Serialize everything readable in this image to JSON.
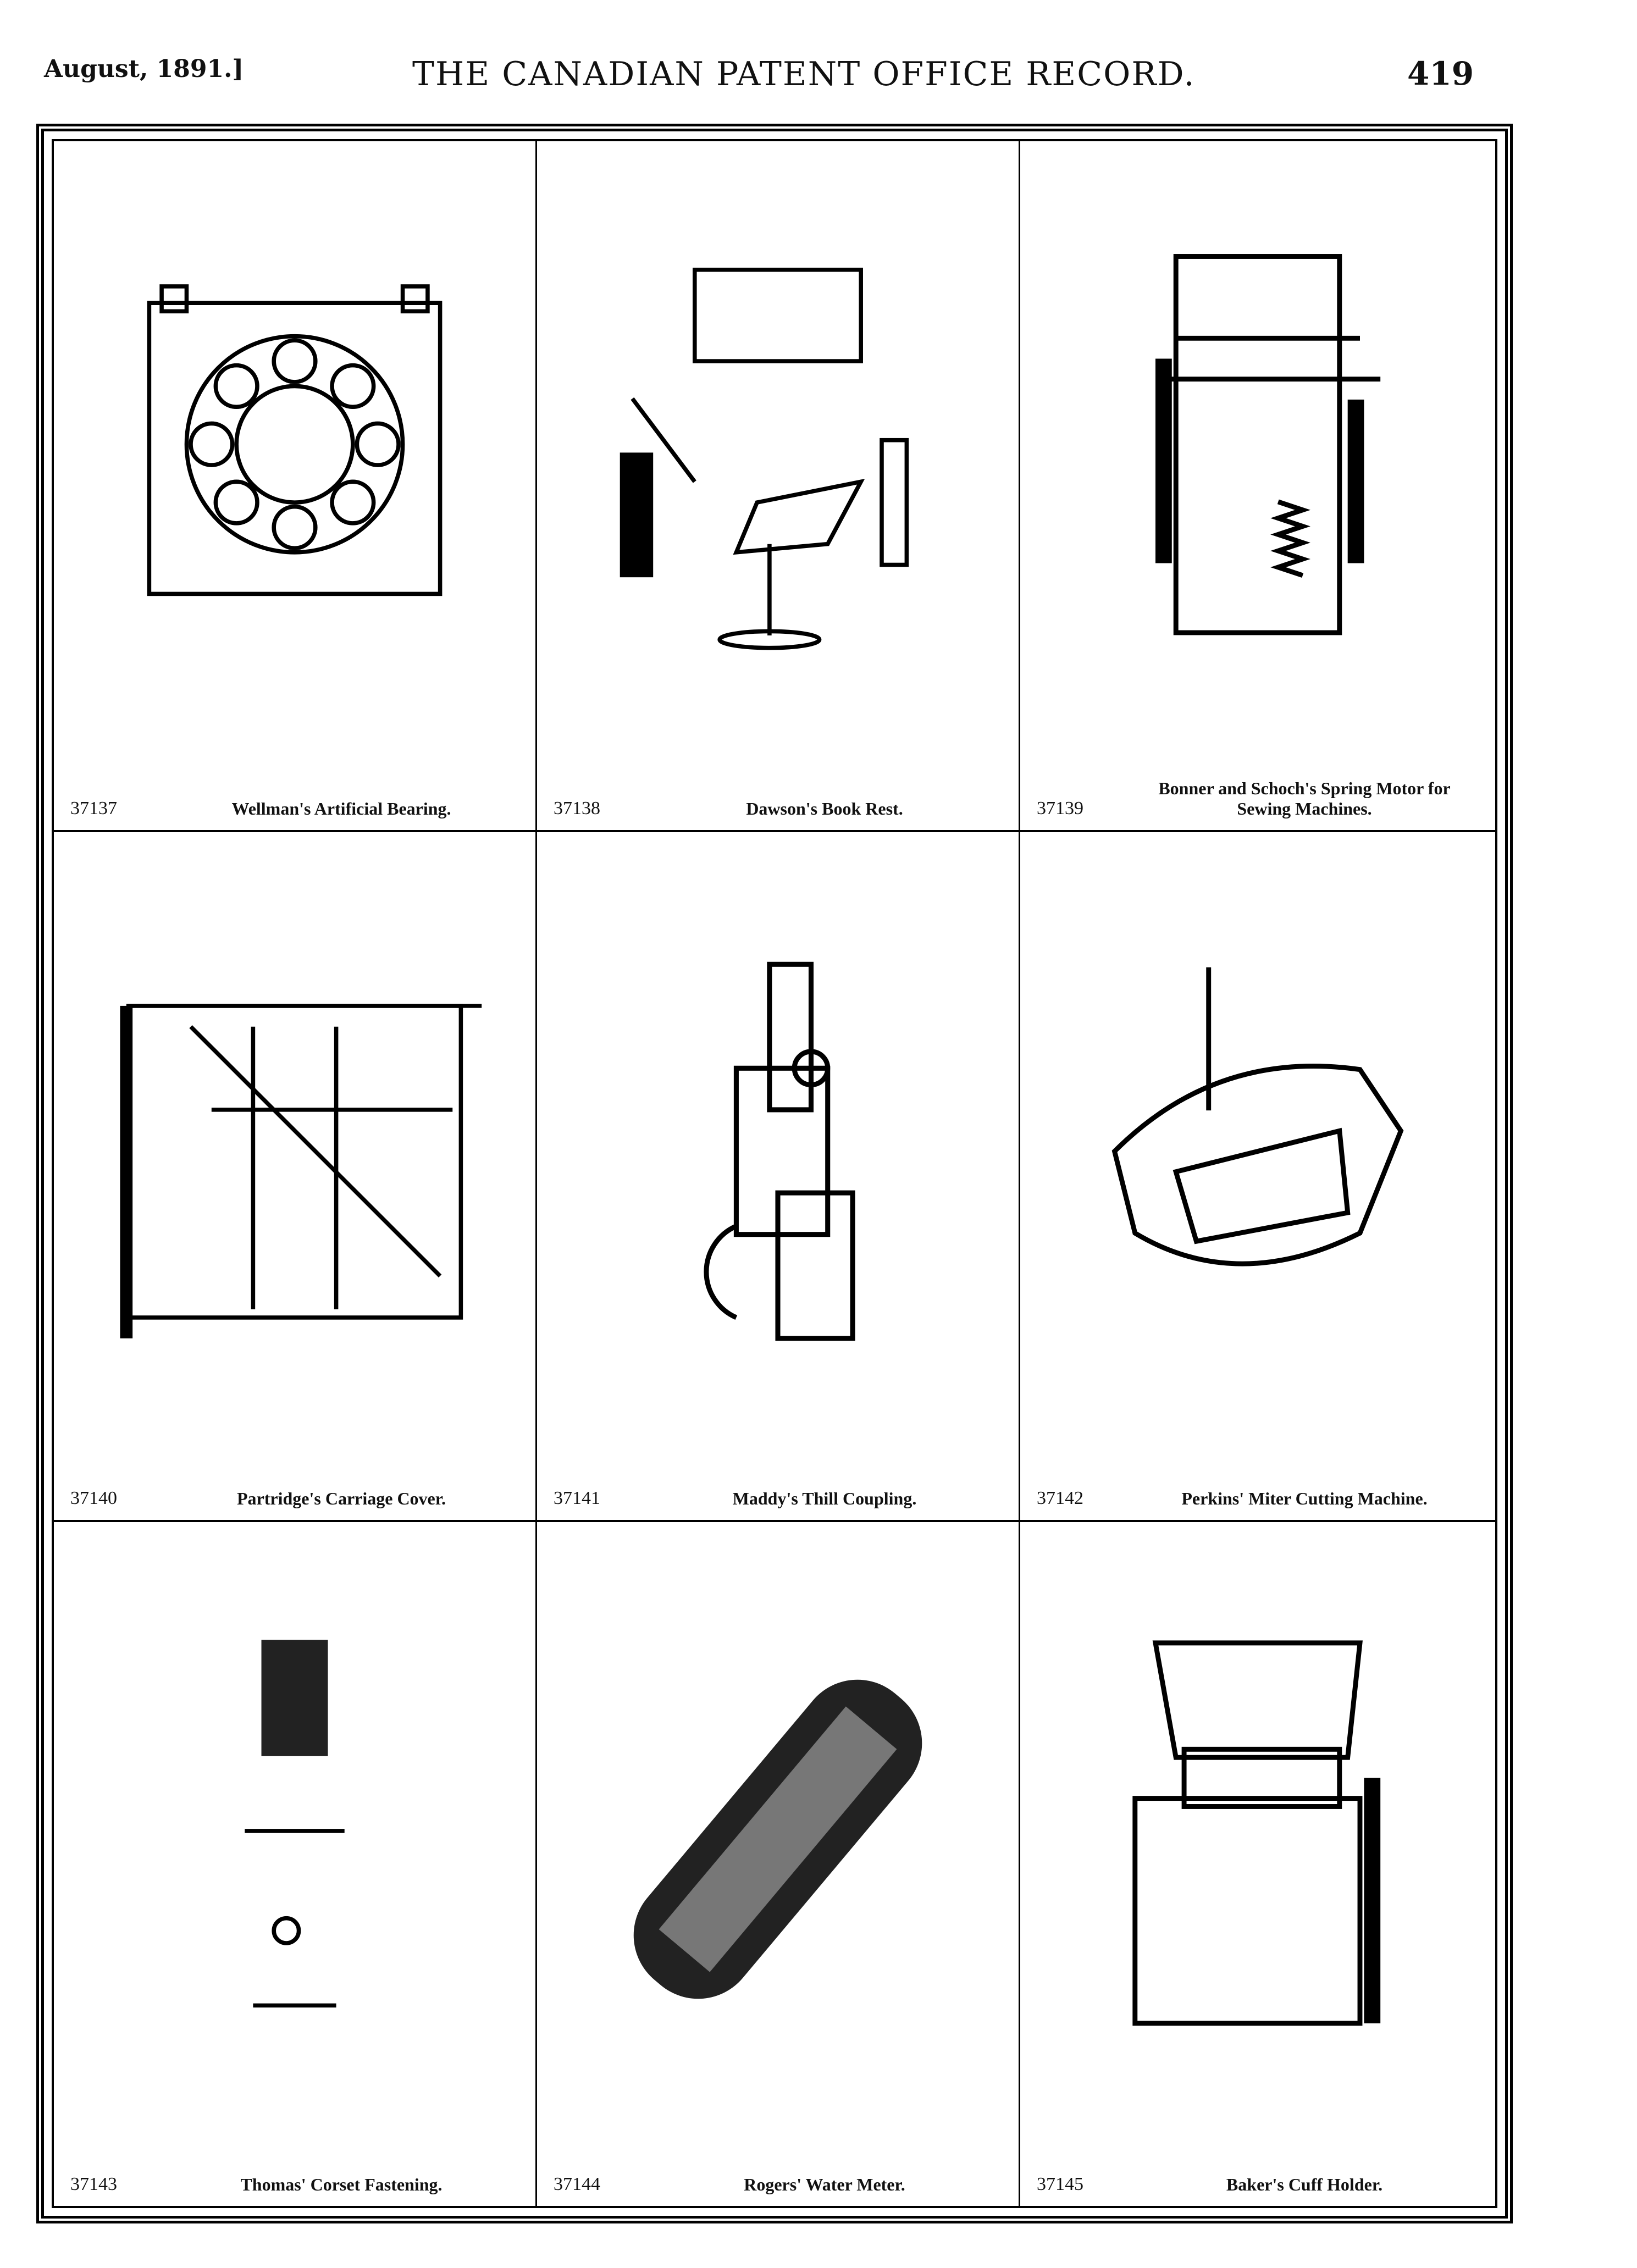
{
  "header": {
    "date": "August, 1891.]",
    "title": "THE CANADIAN PATENT OFFICE RECORD.",
    "page": "419"
  },
  "patents": [
    {
      "number": "37137",
      "title": "Wellman's Artificial Bearing.",
      "icon": "bearing-drawing"
    },
    {
      "number": "37138",
      "title": "Dawson's Book Rest.",
      "icon": "book-rest-drawing"
    },
    {
      "number": "37139",
      "title": "Bonner and Schoch's Spring Motor for Sewing Machines.",
      "icon": "spring-motor-drawing"
    },
    {
      "number": "37140",
      "title": "Partridge's Carriage Cover.",
      "icon": "carriage-cover-drawing"
    },
    {
      "number": "37141",
      "title": "Maddy's Thill Coupling.",
      "icon": "thill-coupling-drawing"
    },
    {
      "number": "37142",
      "title": "Perkins' Miter Cutting Machine.",
      "icon": "miter-machine-drawing"
    },
    {
      "number": "37143",
      "title": "Thomas' Corset Fastening.",
      "icon": "corset-fastening-drawing"
    },
    {
      "number": "37144",
      "title": "Rogers' Water Meter.",
      "icon": "water-meter-drawing"
    },
    {
      "number": "37145",
      "title": "Baker's Cuff Holder.",
      "icon": "cuff-holder-drawing"
    }
  ]
}
